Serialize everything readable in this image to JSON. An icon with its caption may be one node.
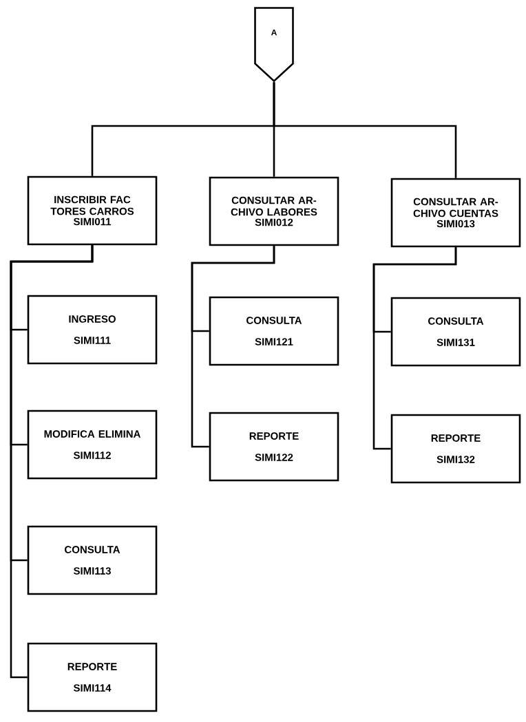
{
  "diagram": {
    "nodes": [
      {
        "text": [
          "A"
        ]
      },
      {
        "text": [
          "INSCRIBIR FAC TORES CARROS",
          "SIMI011"
        ]
      },
      {
        "text": [
          "CONSULTAR AR- CHIVO LABORES",
          "SIMI012"
        ]
      },
      {
        "text": [
          "CONSULTAR AR- CHIVO CUENTAS",
          "SIMI013"
        ]
      },
      {
        "text": [
          "INGRESO",
          "SIMI111"
        ]
      },
      {
        "text": [
          "MODIFICA ELIMINA",
          "SIMI112"
        ]
      },
      {
        "text": [
          "CONSULTA",
          "SIMI113"
        ]
      },
      {
        "text": [
          "REPORTE",
          "SIMI114"
        ]
      },
      {
        "text": [
          "CONSULTA",
          "SIMI121"
        ]
      },
      {
        "text": [
          "REPORTE",
          "SIMI122"
        ]
      },
      {
        "text": [
          "CONSULTA",
          "SIMI131"
        ]
      },
      {
        "text": [
          "REPORTE",
          "SIMI132"
        ]
      }
    ],
    "edges": [
      {
        "from": 0,
        "to": 1,
        "arrow": "none"
      },
      {
        "from": 0,
        "to": 2,
        "arrow": "none"
      },
      {
        "from": 0,
        "to": 3,
        "arrow": "none"
      },
      {
        "from": 1,
        "to": 4,
        "arrow": "none"
      },
      {
        "from": 1,
        "to": 5,
        "arrow": "none"
      },
      {
        "from": 1,
        "to": 6,
        "arrow": "none"
      },
      {
        "from": 1,
        "to": 7,
        "arrow": "none"
      },
      {
        "from": 2,
        "to": 8,
        "arrow": "none"
      },
      {
        "from": 2,
        "to": 9,
        "arrow": "none"
      },
      {
        "from": 3,
        "to": 10,
        "arrow": "none"
      },
      {
        "from": 3,
        "to": 11,
        "arrow": "none"
      }
    ]
  }
}
